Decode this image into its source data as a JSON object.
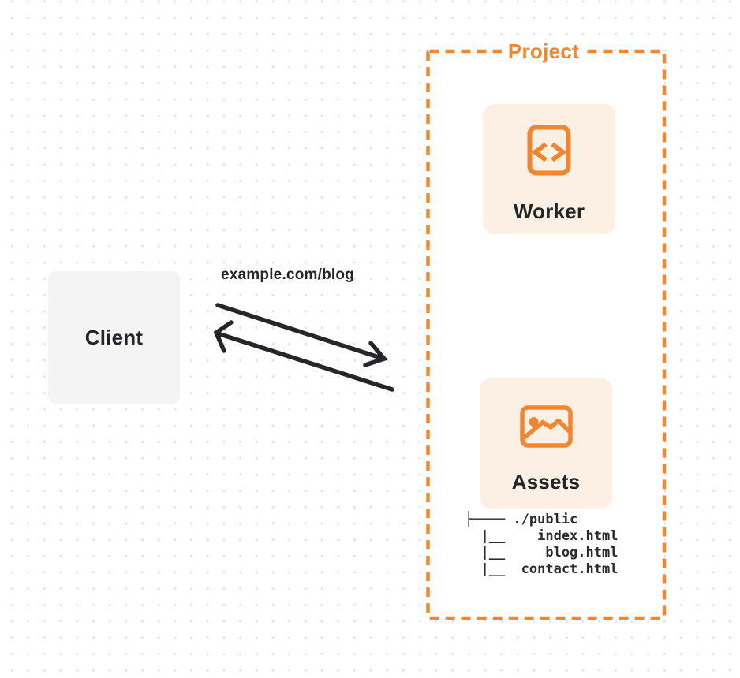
{
  "diagram_title": "Project",
  "client": {
    "label": "Client"
  },
  "request": {
    "url": "example.com/blog"
  },
  "arrows": [
    {
      "name": "request-arrow",
      "from": "Client",
      "to": "Project",
      "direction": "right"
    },
    {
      "name": "response-arrow",
      "from": "Project",
      "to": "Client",
      "direction": "left"
    }
  ],
  "project": {
    "label": "Project",
    "nodes": [
      {
        "label": "Worker",
        "icon": "code-brackets-icon"
      },
      {
        "label": "Assets",
        "icon": "image-icon"
      }
    ],
    "assets_tree": {
      "root": "./public",
      "files": [
        "index.html",
        "blog.html",
        "contact.html"
      ],
      "text": "├──── ./public\n  |__    index.html\n  |__     blog.html\n  |__  contact.html"
    }
  },
  "colors": {
    "accent_orange": "#ee8731",
    "card_background": "#fcf0e4",
    "client_background": "#f4f4f5",
    "ink": "#232428",
    "dot_grid": "#e4e4e7",
    "project_fill": "#ffffff"
  }
}
